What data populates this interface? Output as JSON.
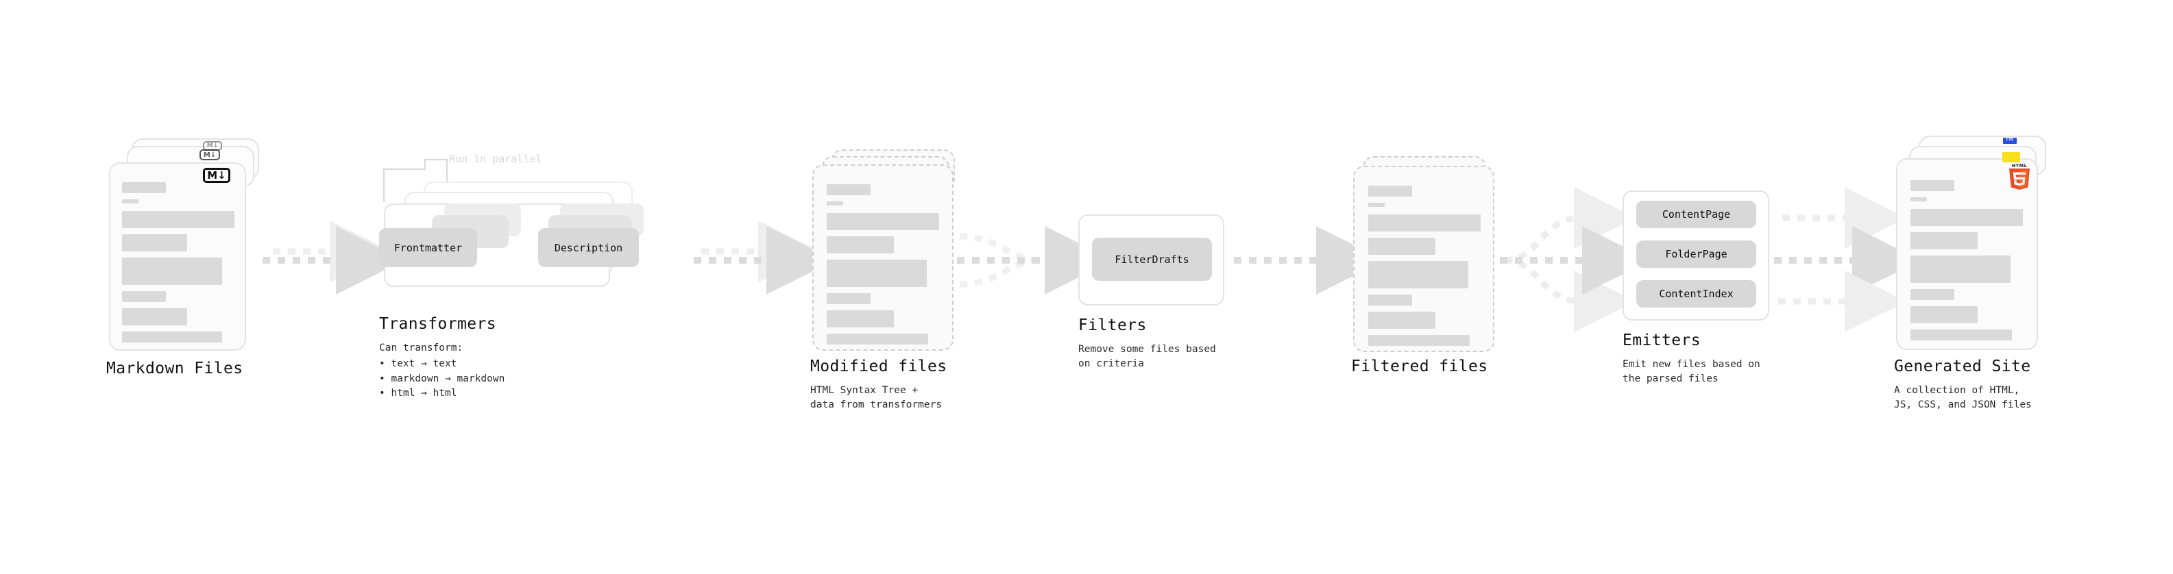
{
  "diagram": {
    "title_font_note": "monospace",
    "accent_colors": {
      "bar": "#dadada",
      "pill": "#d8d8d8",
      "border": "#e3e3e3",
      "dashed_border": "#cfcfcf",
      "arrow": "#dcdcdc",
      "html5_orange": "#e44d26",
      "html5_orange_light": "#f16529",
      "js_yellow": "#f7df1e",
      "css_blue": "#264de4"
    }
  },
  "stages": [
    {
      "id": "markdown-files",
      "title": "Markdown Files",
      "subtitle": "",
      "badge": "M↓",
      "badge_name": "markdown-icon"
    },
    {
      "id": "transformers",
      "title": "Transformers",
      "subtitle": "Can transform:",
      "bracket_label": "Run in parallel",
      "items": [
        "Frontmatter",
        "Description"
      ],
      "bullets": [
        "• text → text",
        "• markdown → markdown",
        "• html → html"
      ]
    },
    {
      "id": "modified-files",
      "title": "Modified files",
      "subtitle": "HTML Syntax Tree +\ndata from transformers"
    },
    {
      "id": "filters",
      "title": "Filters",
      "subtitle": "Remove some files based\non criteria",
      "items": [
        "FilterDrafts"
      ]
    },
    {
      "id": "filtered-files",
      "title": "Filtered files",
      "subtitle": ""
    },
    {
      "id": "emitters",
      "title": "Emitters",
      "subtitle": "Emit new files based on\nthe parsed files",
      "items": [
        "ContentPage",
        "FolderPage",
        "ContentIndex"
      ]
    },
    {
      "id": "generated-site",
      "title": "Generated Site",
      "subtitle": "A collection of HTML,\nJS, CSS, and JSON files",
      "badges": [
        "HTML",
        "JS",
        "CSS"
      ]
    }
  ]
}
